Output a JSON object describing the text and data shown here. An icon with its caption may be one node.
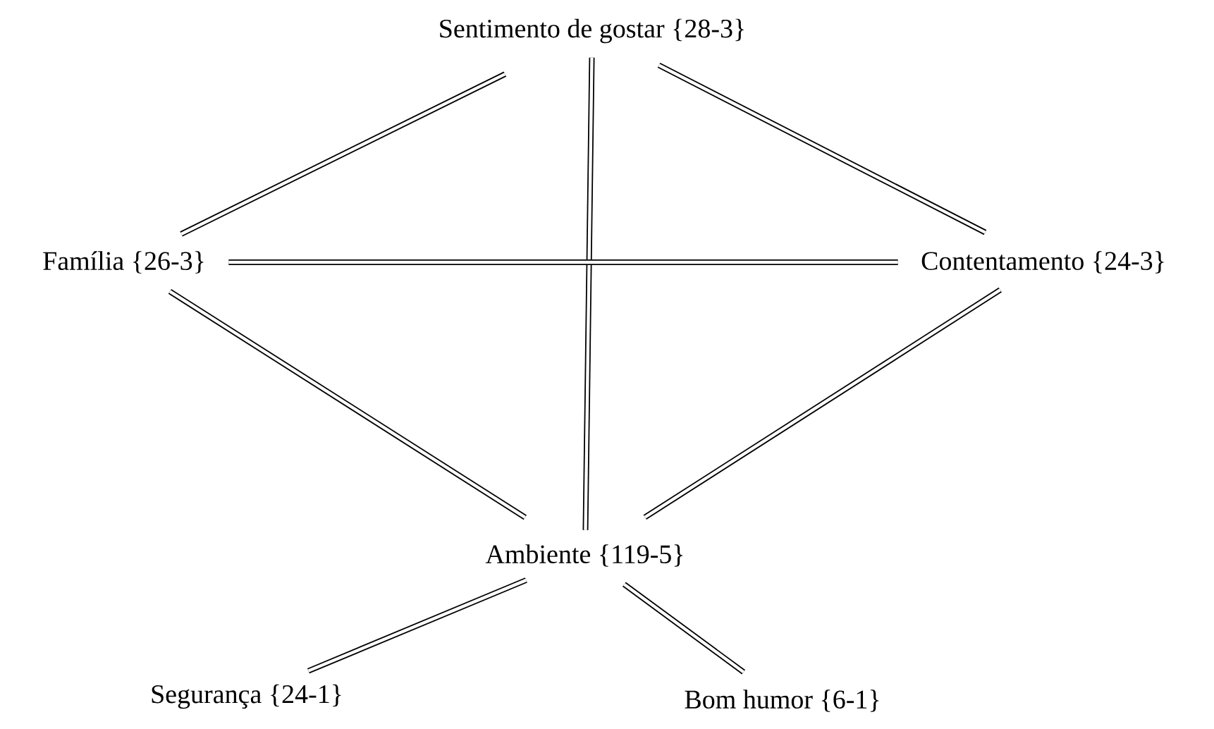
{
  "diagram": {
    "nodes": [
      {
        "text": [
          "Sentimento de gostar {28-3}"
        ]
      },
      {
        "text": [
          "Família {26-3}"
        ]
      },
      {
        "text": [
          "Contentamento {24-3}"
        ]
      },
      {
        "text": [
          "Ambiente {119-5}"
        ]
      },
      {
        "text": [
          "Segurança {24-1}"
        ]
      },
      {
        "text": [
          "Bom humor {6-1}"
        ]
      }
    ],
    "edges": [
      {
        "from": 0,
        "to": 1,
        "arrow": "none"
      },
      {
        "from": 0,
        "to": 3,
        "arrow": "none"
      },
      {
        "from": 0,
        "to": 2,
        "arrow": "none"
      },
      {
        "from": 1,
        "to": 2,
        "arrow": "none"
      },
      {
        "from": 1,
        "to": 3,
        "arrow": "none"
      },
      {
        "from": 2,
        "to": 3,
        "arrow": "none"
      },
      {
        "from": 3,
        "to": 4,
        "arrow": "none"
      },
      {
        "from": 3,
        "to": 5,
        "arrow": "none"
      }
    ]
  }
}
